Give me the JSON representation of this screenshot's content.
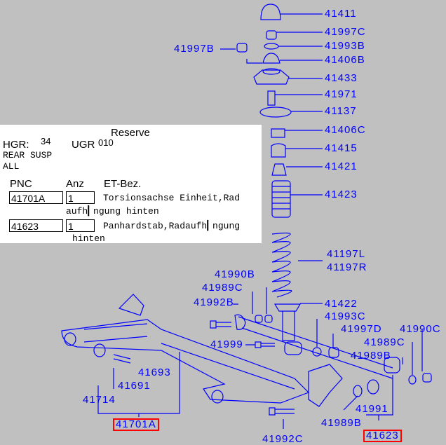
{
  "colors": {
    "background": "#c0c0c0",
    "lines": "#0000ff",
    "highlight": "#ff0000",
    "panel": "#ffffff"
  },
  "info": {
    "reserve": "Reserve",
    "hgr_label": "HGR:",
    "hgr_value": "34",
    "ugr_label": "UGR",
    "ugr_value": "010",
    "group": "REAR SUSP",
    "variant": "ALL",
    "headers": {
      "pnc": "PNC",
      "qty": "Anz",
      "desc": "ET-Bez."
    },
    "rows": [
      {
        "pnc": "41701A",
        "qty": "1",
        "desc1": "Torsionsachse Einheit,Rad",
        "desc2": "aufh▎ngung hinten"
      },
      {
        "pnc": "41623",
        "qty": "1",
        "desc1": "Panhardstab,Radaufh▎ngung",
        "desc2": "hinten"
      }
    ]
  },
  "callouts": [
    "41411",
    "41997C",
    "41993B",
    "41406B",
    "41433",
    "41971",
    "41137",
    "41406C",
    "41415",
    "41421",
    "41423",
    "41197L",
    "41197R",
    "41990B",
    "41989C",
    "41992B",
    "41422",
    "41993C",
    "41997D",
    "41990C",
    "41989C",
    "41999",
    "41989B",
    "41693",
    "41691",
    "41714",
    "41991",
    "41701A",
    "41989B",
    "41623",
    "41992C",
    "41997B"
  ]
}
